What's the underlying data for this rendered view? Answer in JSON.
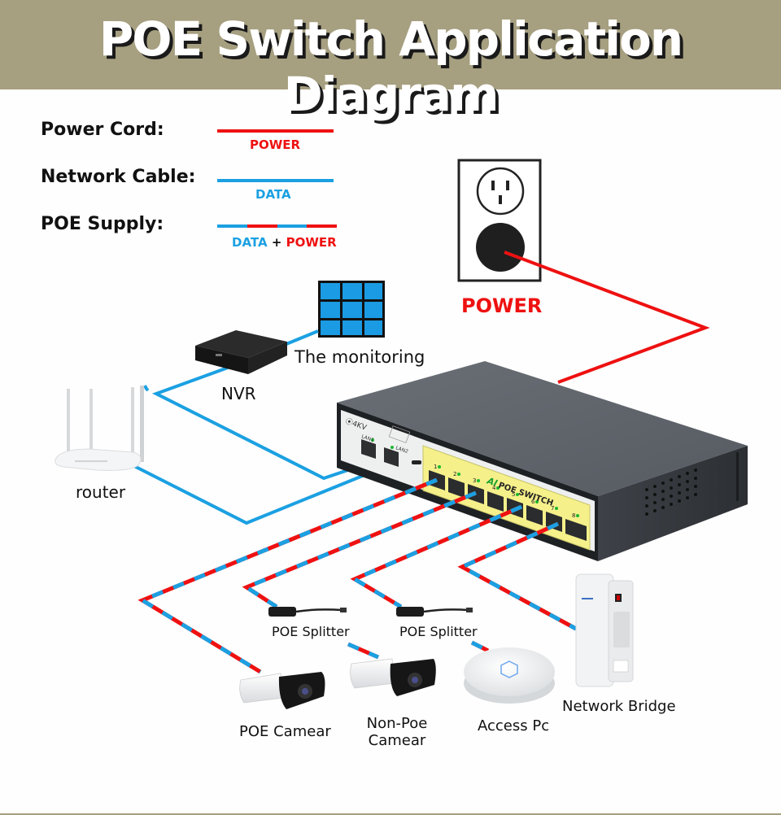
{
  "title": "POE Switch Application Diagram",
  "colors": {
    "banner": "#a69f80",
    "power": "#ee1111",
    "data": "#1ba0e2",
    "switch_body": "#5c6168",
    "switch_panel": "#eef0f0",
    "poe_panel": "#f5f08a"
  },
  "legend": [
    {
      "label": "Power Cord:",
      "caption": "POWER",
      "type": "power"
    },
    {
      "label": "Network Cable:",
      "caption": "DATA",
      "type": "data"
    },
    {
      "label": "POE Supply:",
      "caption_data": "DATA",
      "caption_plus": "+",
      "caption_power": "POWER",
      "type": "poe"
    }
  ],
  "outlet": {
    "caption": "POWER"
  },
  "switch": {
    "brand_mark": "⦿4KV",
    "uplink_ports": [
      "LAN1",
      "LAN2"
    ],
    "panel_title_prefix": "AI",
    "panel_title": "POE SWITCH",
    "poe_ports": [
      "1",
      "2",
      "3",
      "4",
      "5",
      "6",
      "7",
      "8"
    ]
  },
  "devices": {
    "monitor": "The monitoring",
    "nvr": "NVR",
    "router": "router",
    "splitter_1": "POE Splitter",
    "splitter_2": "POE Splitter",
    "poe_camera": "POE Camear",
    "non_poe_camera_line1": "Non-Poe",
    "non_poe_camera_line2": "Camear",
    "access_point": "Access Pc",
    "network_bridge": "Network Bridge"
  },
  "connections": [
    {
      "from": "outlet",
      "to": "switch",
      "type": "power"
    },
    {
      "from": "monitor",
      "to": "nvr",
      "type": "data"
    },
    {
      "from": "nvr",
      "to": "switch-LAN1",
      "type": "data"
    },
    {
      "from": "router",
      "to": "switch-LAN2",
      "type": "data"
    },
    {
      "from": "switch-port-1",
      "to": "poe_camera",
      "type": "poe"
    },
    {
      "from": "switch-port-3",
      "to": "splitter_1",
      "type": "poe"
    },
    {
      "from": "splitter_1",
      "to": "non_poe_camera",
      "type": "poe"
    },
    {
      "from": "switch-port-5",
      "to": "splitter_2",
      "type": "poe"
    },
    {
      "from": "splitter_2",
      "to": "access_point",
      "type": "poe"
    },
    {
      "from": "switch-port-7",
      "to": "network_bridge",
      "type": "poe"
    }
  ]
}
